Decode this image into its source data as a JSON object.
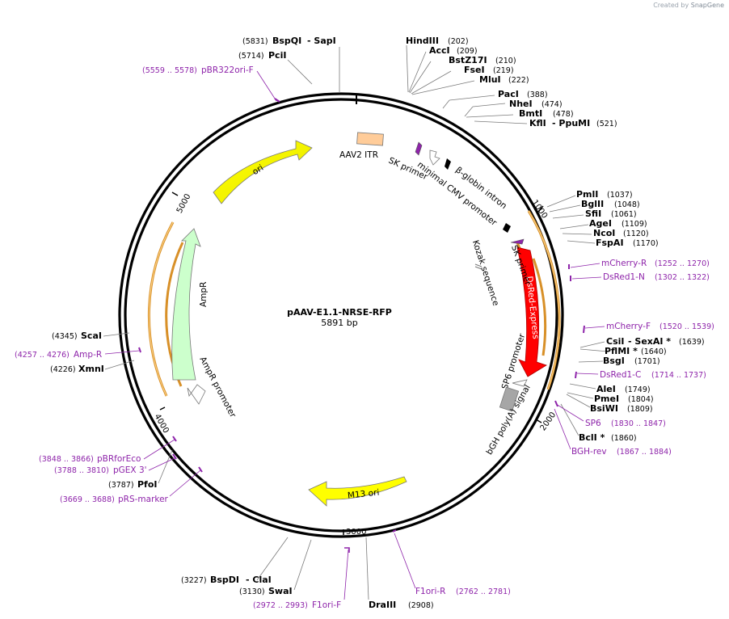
{
  "credit": {
    "prefix": "Created by",
    "brand": "SnapGene"
  },
  "plasmid": {
    "name": "pAAV-E1.1-NRSE-RFP",
    "size_label": "5891 bp"
  },
  "ticks": [
    "1000",
    "2000",
    "3000",
    "4000",
    "5000"
  ],
  "sites": {
    "bspqi_pos": "(5831)",
    "bspqi_name": "BspQI",
    "sapi_name": "- SapI",
    "pcii_pos": "(5714)",
    "pcii_name": "PciI",
    "hindiii_name": "HindIII",
    "hindiii_pos": "(202)",
    "acci_name": "AccI",
    "acci_pos": "(209)",
    "bstz17i_name": "BstZ17I",
    "bstz17i_pos": "(210)",
    "fsei_name": "FseI",
    "fsei_pos": "(219)",
    "mlui_name": "MluI",
    "mlui_pos": "(222)",
    "paci_name": "PacI",
    "paci_pos": "(388)",
    "nhei_name": "NheI",
    "nhei_pos": "(474)",
    "bmti_name": "BmtI",
    "bmti_pos": "(478)",
    "kfli_name": "KflI",
    "ppumi_name": "- PpuMI",
    "kfli_pos": "(521)",
    "pmli_name": "PmlI",
    "pmli_pos": "(1037)",
    "bglii_name": "BglII",
    "bglii_pos": "(1048)",
    "sfii_name": "SfiI",
    "sfii_pos": "(1061)",
    "agei_name": "AgeI",
    "agei_pos": "(1109)",
    "ncoi_name": "NcoI",
    "ncoi_pos": "(1120)",
    "fspai_name": "FspAI",
    "fspai_pos": "(1170)",
    "csii_name": "CsiI",
    "sexai_name": "- SexAI *",
    "csii_pos": "(1639)",
    "pflmi_name": "PflMI *",
    "pflmi_pos": "(1640)",
    "bsgi_name": "BsgI",
    "bsgi_pos": "(1701)",
    "alei_name": "AleI",
    "alei_pos": "(1749)",
    "pmei_name": "PmeI",
    "pmei_pos": "(1804)",
    "bsiwi_name": "BsiWI",
    "bsiwi_pos": "(1809)",
    "bcli_name": "BclI *",
    "bcli_pos": "(1860)",
    "drai_name": "DraIII",
    "drai_pos": "(2908)",
    "swai_pos": "(3130)",
    "swai_name": "SwaI",
    "bspdi_pos": "(3227)",
    "bspdi_name": "BspDI",
    "clai_name": "- ClaI",
    "pfoi_pos": "(3787)",
    "pfoi_name": "PfoI",
    "xmni_pos": "(4226)",
    "xmni_name": "XmnI",
    "scai_pos": "(4345)",
    "scai_name": "ScaI"
  },
  "primers": {
    "pbr_pos": "(5559 .. 5578)",
    "pbr_name": "pBR322ori-F",
    "mcherry_r_name": "mCherry-R",
    "mcherry_r_pos": "(1252 .. 1270)",
    "dsred_n_name": "DsRed1-N",
    "dsred_n_pos": "(1302 .. 1322)",
    "mcherry_f_name": "mCherry-F",
    "mcherry_f_pos": "(1520 .. 1539)",
    "dsred_c_name": "DsRed1-C",
    "dsred_c_pos": "(1714 .. 1737)",
    "sp6_name": "SP6",
    "sp6_pos": "(1830 .. 1847)",
    "bghrev_name": "BGH-rev",
    "bghrev_pos": "(1867 .. 1884)",
    "f1orir_name": "F1ori-R",
    "f1orir_pos": "(2762 .. 2781)",
    "f1orif_pos": "(2972 .. 2993)",
    "f1orif_name": "F1ori-F",
    "pbrforeco_pos": "(3848 .. 3866)",
    "pbrforeco_name": "pBRforEco",
    "pgex_pos": "(3788 .. 3810)",
    "pgex_name": "pGEX 3'",
    "prs_pos": "(3669 .. 3688)",
    "prs_name": "pRS-marker",
    "ampr_pos": "(4257 .. 4276)",
    "ampr_name": "Amp-R"
  },
  "features": {
    "aav2_itr": "AAV2 ITR",
    "sk_primer_1": "SK primer",
    "min_cmv": "minimal CMV promoter",
    "bglobin": "β-globin intron",
    "sk_primer_2": "SK primer",
    "kozak": "Kozak sequence",
    "dsred": "DsRed-Express",
    "sp6_promoter": "SP6 promoter",
    "bgh": "bGH poly(A) signal",
    "ori": "ori",
    "ampr": "AmpR",
    "ampr_promoter": "AmpR promoter",
    "m13": "M13 ori"
  },
  "colors": {
    "backbone": "#000000",
    "ori": "#ffff00",
    "ampr": "#ccffcc",
    "dsred": "#ff0000",
    "itr": "#ffcc99",
    "polya": "#a6a6a6",
    "primer": "#8e24aa",
    "orf_outline": "#ffa500"
  }
}
